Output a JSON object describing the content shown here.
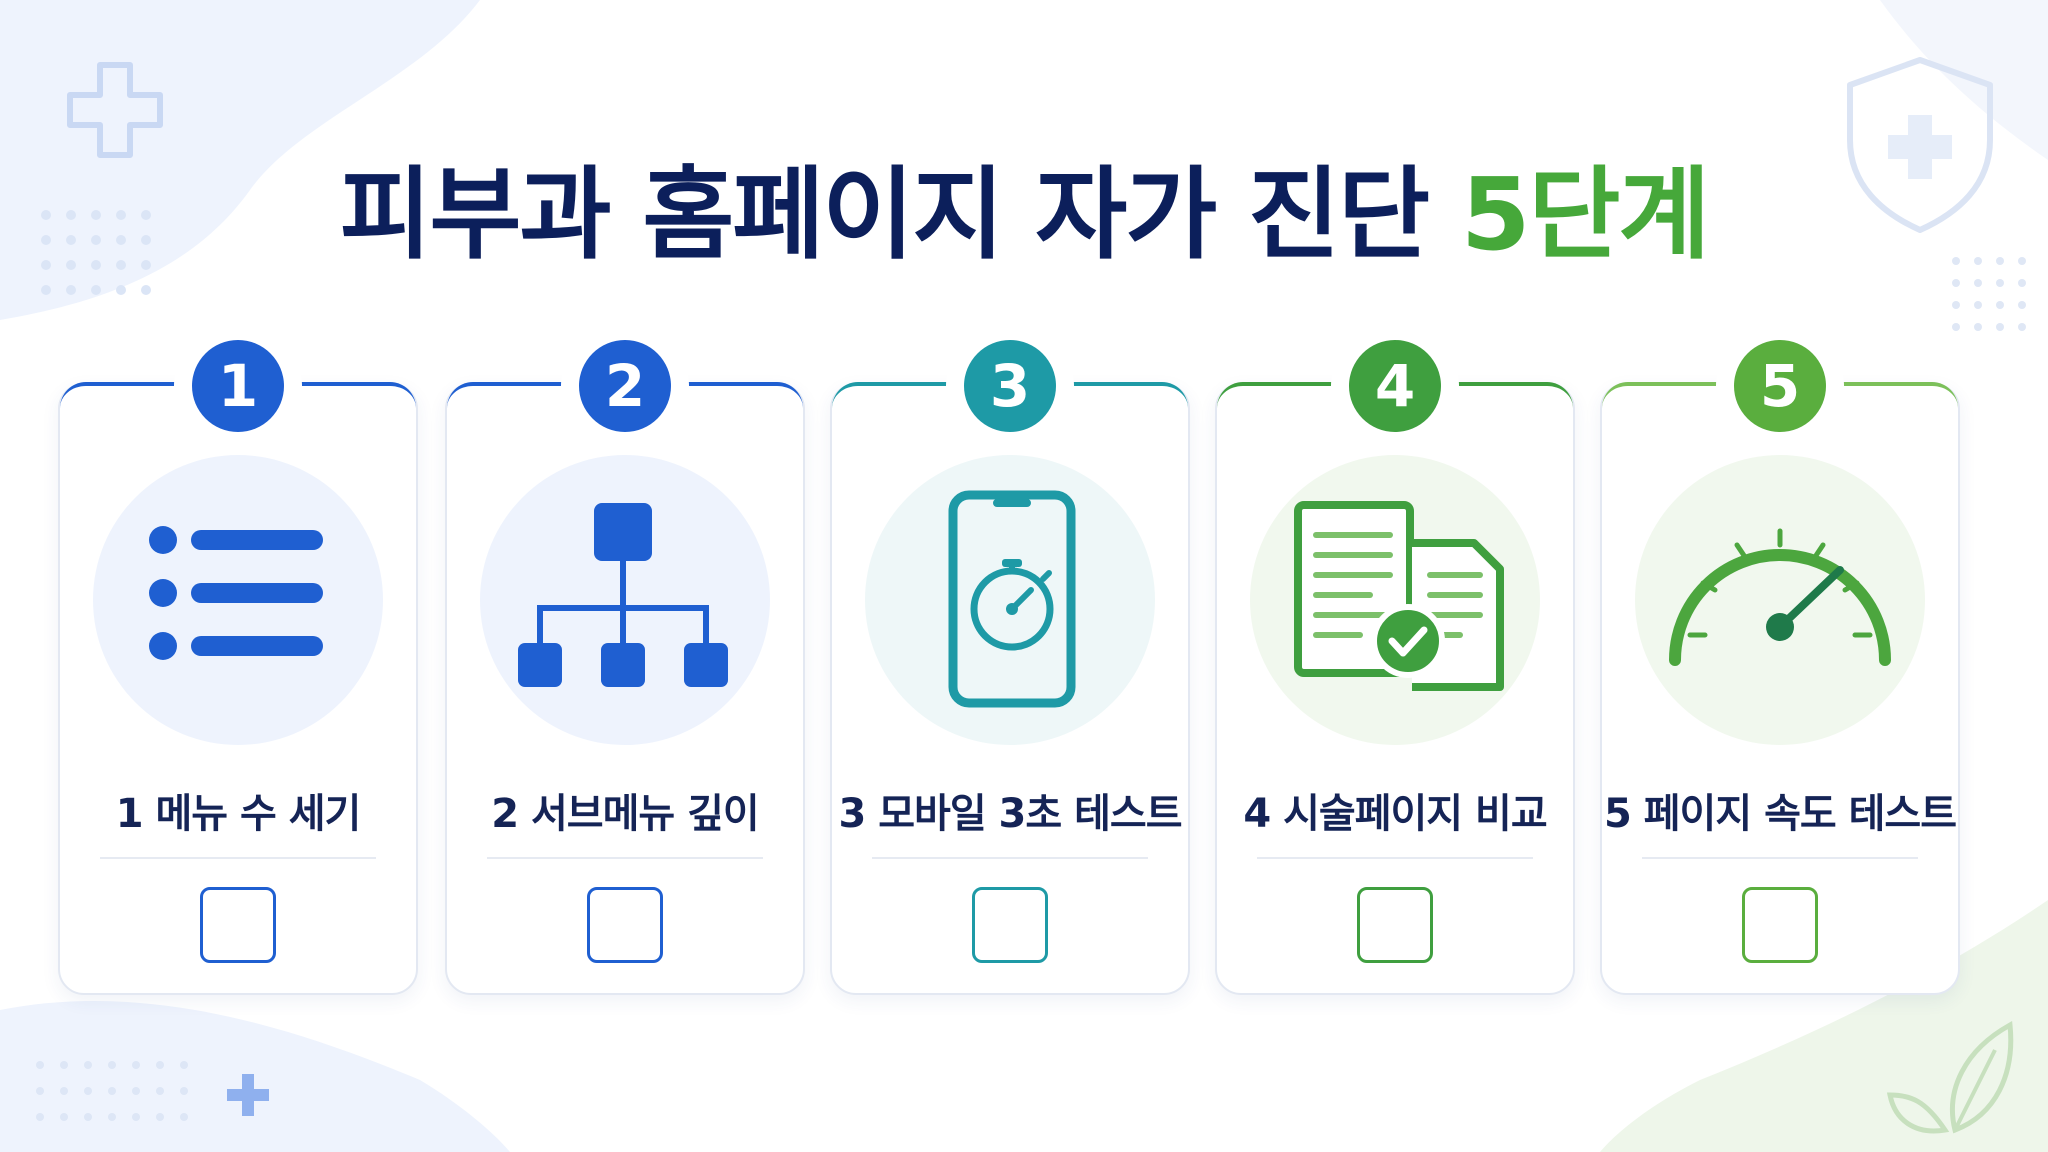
{
  "header": {
    "title_main": "피부과 홈페이지 자가 진단",
    "title_accent": "5단계"
  },
  "steps": [
    {
      "number": "1",
      "label": "1 메뉴 수 세기",
      "icon": "list-icon",
      "color": "#1f5fd1"
    },
    {
      "number": "2",
      "label": "2 서브메뉴 깊이",
      "icon": "sitemap-icon",
      "color": "#1f5fd1"
    },
    {
      "number": "3",
      "label": "3 모바일 3초 테스트",
      "icon": "mobile-stopwatch-icon",
      "color": "#1e9aa6"
    },
    {
      "number": "4",
      "label": "4 시술페이지 비교",
      "icon": "document-compare-icon",
      "color": "#3f9f3f"
    },
    {
      "number": "5",
      "label": "5 페이지 속도 테스트",
      "icon": "speedometer-icon",
      "color": "#5aae3e"
    }
  ],
  "colors": {
    "title": "#0c1f5b",
    "accent": "#46a83a",
    "blue": "#1f5fd1",
    "teal": "#1e9aa6",
    "green": "#3f9f3f",
    "light_green": "#5aae3e"
  }
}
